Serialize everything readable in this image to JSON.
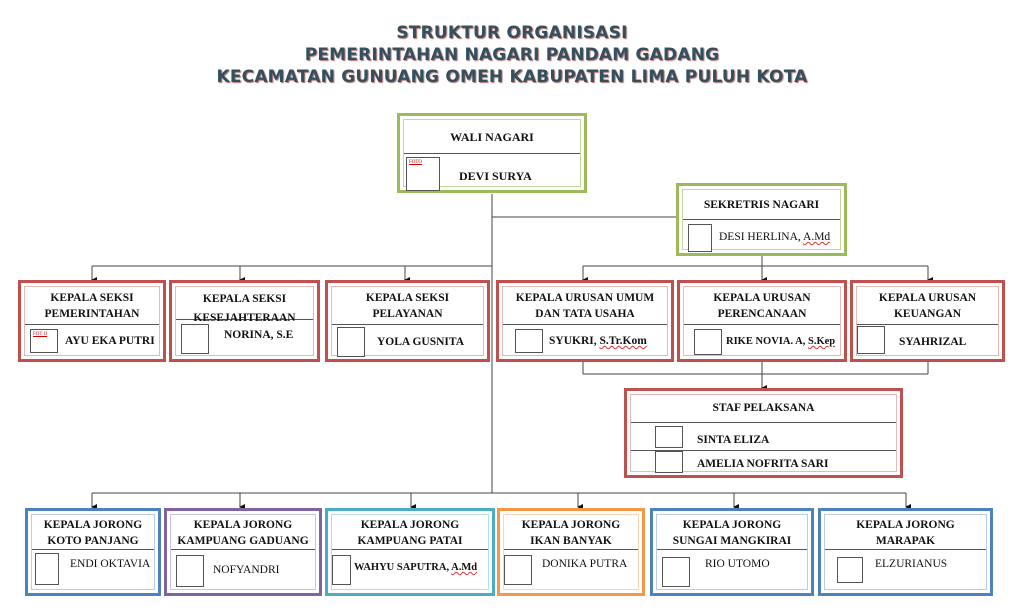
{
  "title": {
    "line1": "STRUKTUR ORGANISASI",
    "line2": "PEMERINTAHAN  NAGARI PANDAM GADANG",
    "line3": "KECAMATAN GUNUANG OMEH KABUPATEN LIMA PULUH KOTA"
  },
  "colors": {
    "leadership": "#9bbb59",
    "staff": "#c0504d",
    "jorong_blue": "#4f81bd",
    "jorong_purple": "#8064a2",
    "jorong_teal": "#4bacc6",
    "jorong_orange": "#f79646",
    "title_text": "#33505e"
  },
  "wali_nagari": {
    "position": "WALI NAGARI",
    "name": "DEVI SURYA",
    "photo_label": "FOTO"
  },
  "sekretaris": {
    "position": "SEKRETRIS NAGARI",
    "name": "DESI HERLINA, ",
    "name_suffix": "A.Md"
  },
  "kepala_seksi": [
    {
      "position_line1": "KEPALA SEKSI",
      "position_line2": "PEMERINTAHAN",
      "name": "AYU EKA PUTRI",
      "photo_label": "FOT O"
    },
    {
      "position_line1": "KEPALA SEKSI",
      "position_line2": "KESEJAHTERAAN",
      "name": "NORINA, S.E"
    },
    {
      "position_line1": "KEPALA SEKSI",
      "position_line2": "PELAYANAN",
      "name": "YOLA GUSNITA"
    }
  ],
  "kepala_urusan": [
    {
      "position_line1": "KEPALA URUSAN UMUM",
      "position_line2": "DAN TATA USAHA",
      "name": "SYUKRI, ",
      "name_suffix": "S.Tr.Kom"
    },
    {
      "position_line1": "KEPALA URUSAN",
      "position_line2": "PERENCANAAN",
      "name": "RIKE NOVIA. A, ",
      "name_suffix": "S.Kep"
    },
    {
      "position_line1": "KEPALA URUSAN",
      "position_line2": "KEUANGAN",
      "name": "SYAHRIZAL"
    }
  ],
  "staf_pelaksana": {
    "position": "STAF PELAKSANA",
    "members": [
      "SINTA ELIZA",
      "AMELIA NOFRITA SARI"
    ]
  },
  "kepala_jorong": [
    {
      "position_line1": "KEPALA JORONG",
      "position_line2": "KOTO PANJANG",
      "name": "ENDI OKTAVIA"
    },
    {
      "position_line1": "KEPALA JORONG",
      "position_line2": "KAMPUANG GADUANG",
      "name": "NOFYANDRI"
    },
    {
      "position_line1": "KEPALA JORONG",
      "position_line2": "KAMPUANG PATAI",
      "name": "WAHYU SAPUTRA, ",
      "name_suffix": "A.Md"
    },
    {
      "position_line1": "KEPALA JORONG",
      "position_line2": "IKAN BANYAK",
      "name": "DONIKA PUTRA"
    },
    {
      "position_line1": "KEPALA JORONG",
      "position_line2": "SUNGAI MANGKIRAI",
      "name": "RIO UTOMO"
    },
    {
      "position_line1": "KEPALA JORONG",
      "position_line2": "MARAPAK",
      "name": "ELZURIANUS"
    }
  ]
}
